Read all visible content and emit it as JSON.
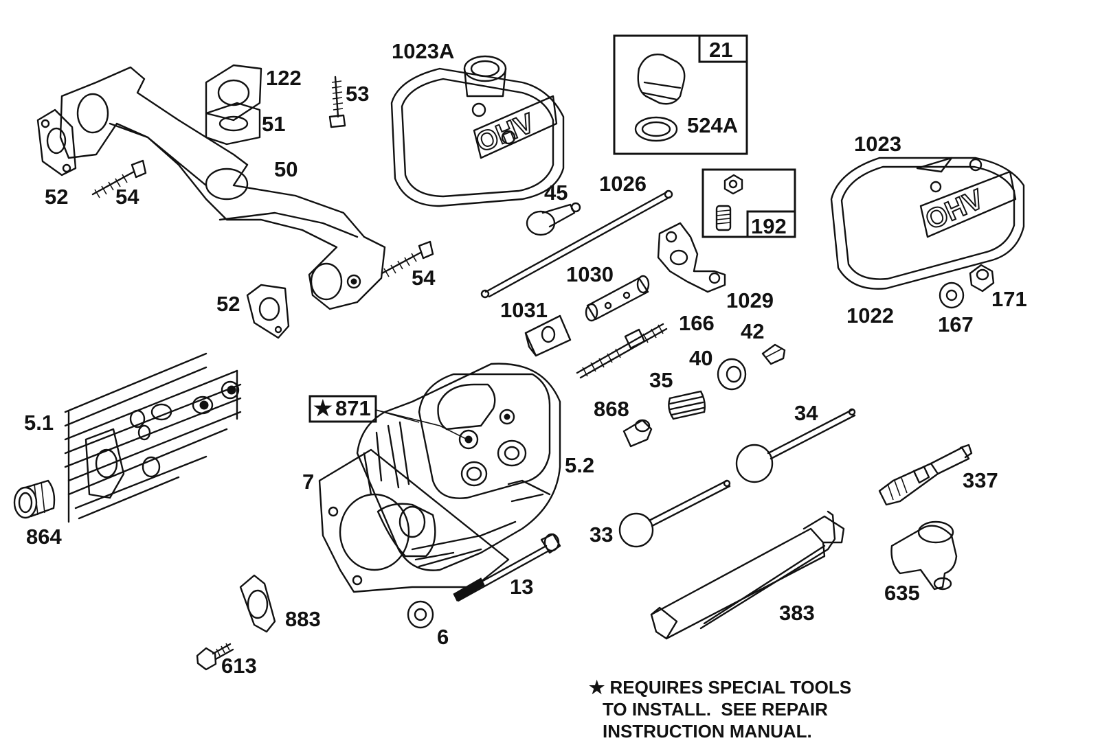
{
  "labels": {
    "p1023a": "1023A",
    "p122": "122",
    "p53": "53",
    "p51": "51",
    "p50": "50",
    "p52a": "52",
    "p54a": "54",
    "p54b": "54",
    "p52b": "52",
    "p21": "21",
    "p524a": "524A",
    "p192": "192",
    "p1023": "1023",
    "p45": "45",
    "p1026": "1026",
    "p1030": "1030",
    "p1029": "1029",
    "p1031": "1031",
    "p166": "166",
    "p42": "42",
    "p40": "40",
    "p35": "35",
    "p1022": "1022",
    "p167": "167",
    "p171": "171",
    "p51_1": "5.1",
    "p871": "871",
    "p868": "868",
    "p34": "34",
    "p7": "7",
    "p52_2": "5.2",
    "p864": "864",
    "p337": "337",
    "p33": "33",
    "p13": "13",
    "p883": "883",
    "p383": "383",
    "p635": "635",
    "p6": "6",
    "p613": "613"
  },
  "note": {
    "line1": "★ REQUIRES SPECIAL TOOLS",
    "line2": "TO INSTALL.  SEE REPAIR",
    "line3": "INSTRUCTION MANUAL."
  },
  "star": "★",
  "icons": [
    "exhaust-manifold",
    "valve-cover",
    "oil-fill-cap",
    "cylinder-head",
    "spark-plug",
    "valve",
    "push-rod",
    "rocker-arm",
    "spring",
    "bolt",
    "gasket",
    "nut",
    "wrench"
  ]
}
